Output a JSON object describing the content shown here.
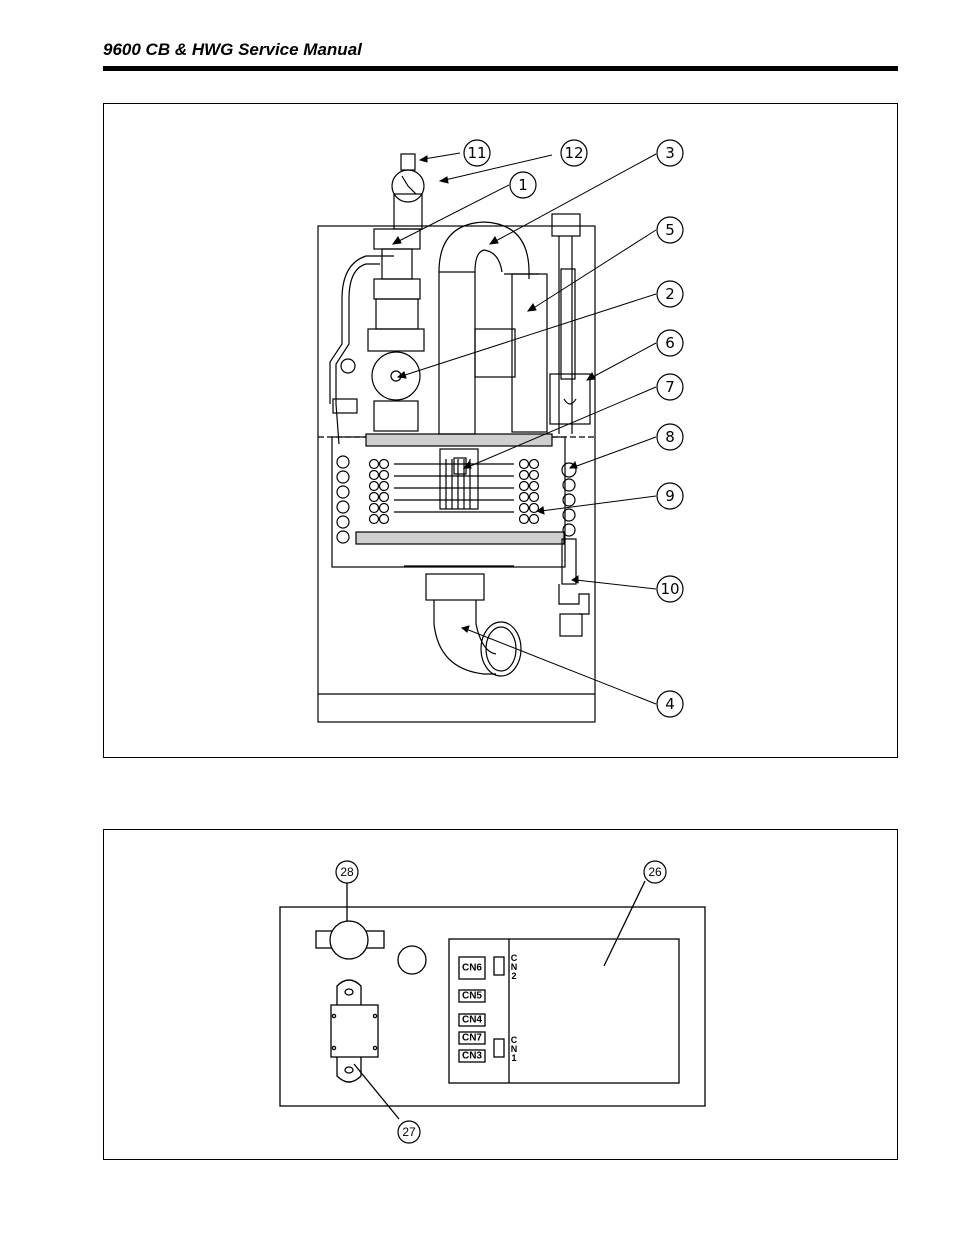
{
  "header": {
    "title": "9600 CB & HWG Service Manual"
  },
  "figure_top": {
    "callouts": [
      "11",
      "12",
      "1",
      "3",
      "5",
      "2",
      "6",
      "7",
      "8",
      "9",
      "10",
      "4"
    ]
  },
  "figure_bottom": {
    "callouts": [
      "28",
      "26",
      "27"
    ],
    "board_connectors": [
      "CN6",
      "CN5",
      "CN4",
      "CN7",
      "CN3"
    ],
    "edge_connectors": [
      "CN2",
      "CN1"
    ]
  }
}
